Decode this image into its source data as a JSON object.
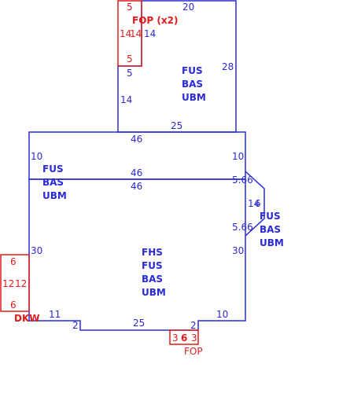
{
  "colors": {
    "blue": "#2a2ad6",
    "red": "#e01b1b",
    "background": "#ffffff"
  },
  "upper_room": {
    "labels": [
      "FUS",
      "BAS",
      "UBM"
    ],
    "dims": {
      "top": "20",
      "right": "28",
      "bottom": "25",
      "left_upper": "5",
      "left_mid": "14",
      "inner_left": "14"
    }
  },
  "top_porch": {
    "label": "FOP (x2)",
    "dims": {
      "top": "5",
      "left": "14",
      "right": "14",
      "bottom": "5"
    }
  },
  "middle_room": {
    "labels": [
      "FUS",
      "BAS",
      "UBM"
    ],
    "dims": {
      "top": "46",
      "left": "10",
      "right": "10",
      "bottom": "46"
    }
  },
  "main_room": {
    "labels": [
      "FHS",
      "FUS",
      "BAS",
      "UBM"
    ],
    "dims": {
      "top": "46",
      "left": "30",
      "right": "30",
      "bottom_left": "11",
      "notch_left": "2",
      "bottom": "25",
      "notch_right": "2",
      "bottom_right": "10"
    }
  },
  "bay": {
    "labels": [
      "FUS",
      "BAS",
      "UBM"
    ],
    "dims": {
      "top": "5.66",
      "outer": "6",
      "inner": "14",
      "bottom": "5.66"
    }
  },
  "deck": {
    "label": "DKW",
    "dims": {
      "top": "6",
      "left": "12",
      "right": "12",
      "bottom": "6"
    }
  },
  "front_porch": {
    "label": "FOP",
    "dims": {
      "left": "3",
      "middle": "6",
      "right": "3"
    }
  }
}
